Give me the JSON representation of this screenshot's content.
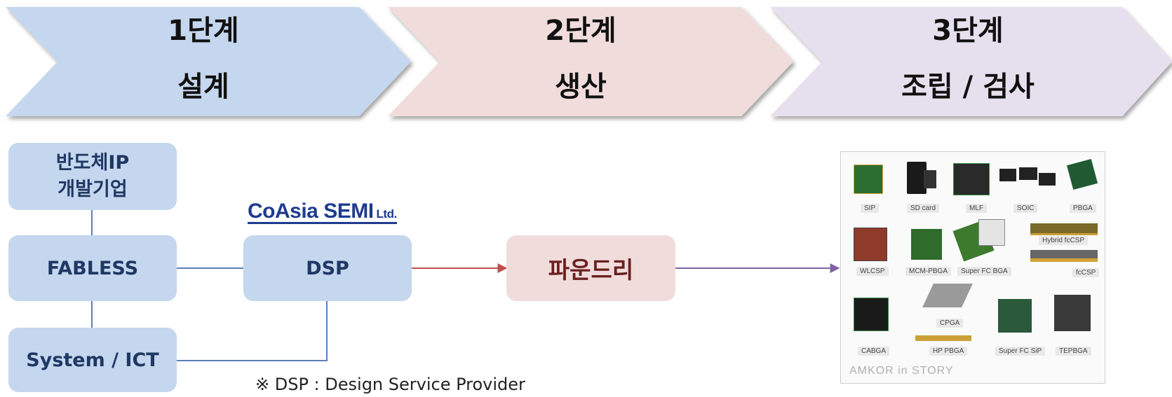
{
  "stages": [
    {
      "step": "1단계",
      "name": "설계",
      "color": "#c5d7ee"
    },
    {
      "step": "2단계",
      "name": "생산",
      "color": "#f1dcdc"
    },
    {
      "step": "3단계",
      "name": "조립 / 검사",
      "color": "#e6e0ee"
    }
  ],
  "nodes": {
    "ip_company": "반도체IP\n개발기업",
    "fabless": "FABLESS",
    "system_ict": "System / ICT",
    "dsp": "DSP",
    "foundry": "파운드리"
  },
  "logo": {
    "main": "CoAsia SEMI",
    "suffix": "Ltd."
  },
  "note": "※ DSP : Design Service Provider",
  "packages": {
    "labels": [
      "SIP",
      "SD card",
      "MLF",
      "SOIC",
      "PBGA",
      "Hybrid fcCSP",
      "WLCSP",
      "MCM-PBGA",
      "Super FC BGA",
      "fcCSP",
      "CPGA",
      "CABGA",
      "HP PBGA",
      "Super FC SiP",
      "TEPBGA"
    ],
    "watermark": "AMKOR in STORY"
  },
  "colors": {
    "blue_box": "#c5d7ee",
    "pink_box": "#f1dcdc",
    "arrow_red": "#c0504d",
    "arrow_purple": "#8064a2",
    "connector": "#5b7fb8"
  }
}
